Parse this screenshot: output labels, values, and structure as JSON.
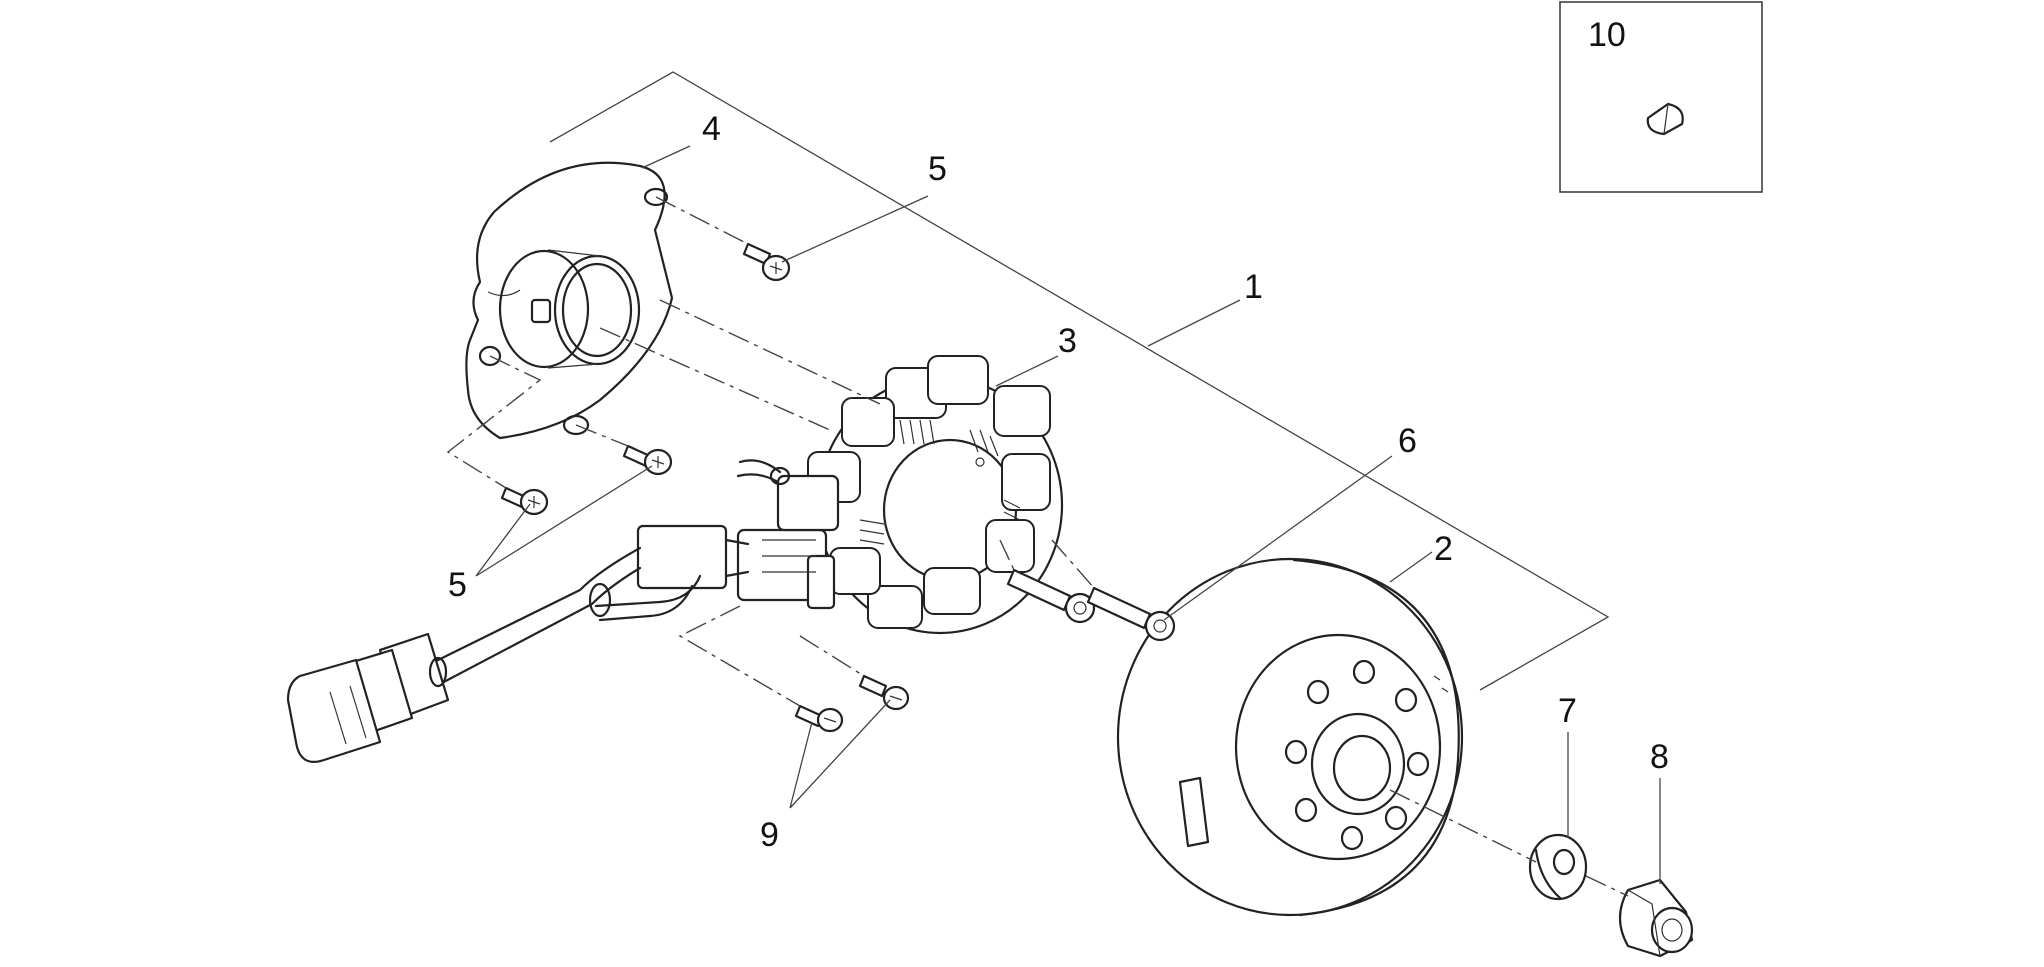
{
  "callouts": {
    "c1": "1",
    "c2": "2",
    "c3": "3",
    "c4": "4",
    "c5a": "5",
    "c5b": "5",
    "c6": "6",
    "c7": "7",
    "c8": "8",
    "c9": "9",
    "c10": "10"
  },
  "colors": {
    "line": "#222222",
    "background": "#ffffff"
  }
}
